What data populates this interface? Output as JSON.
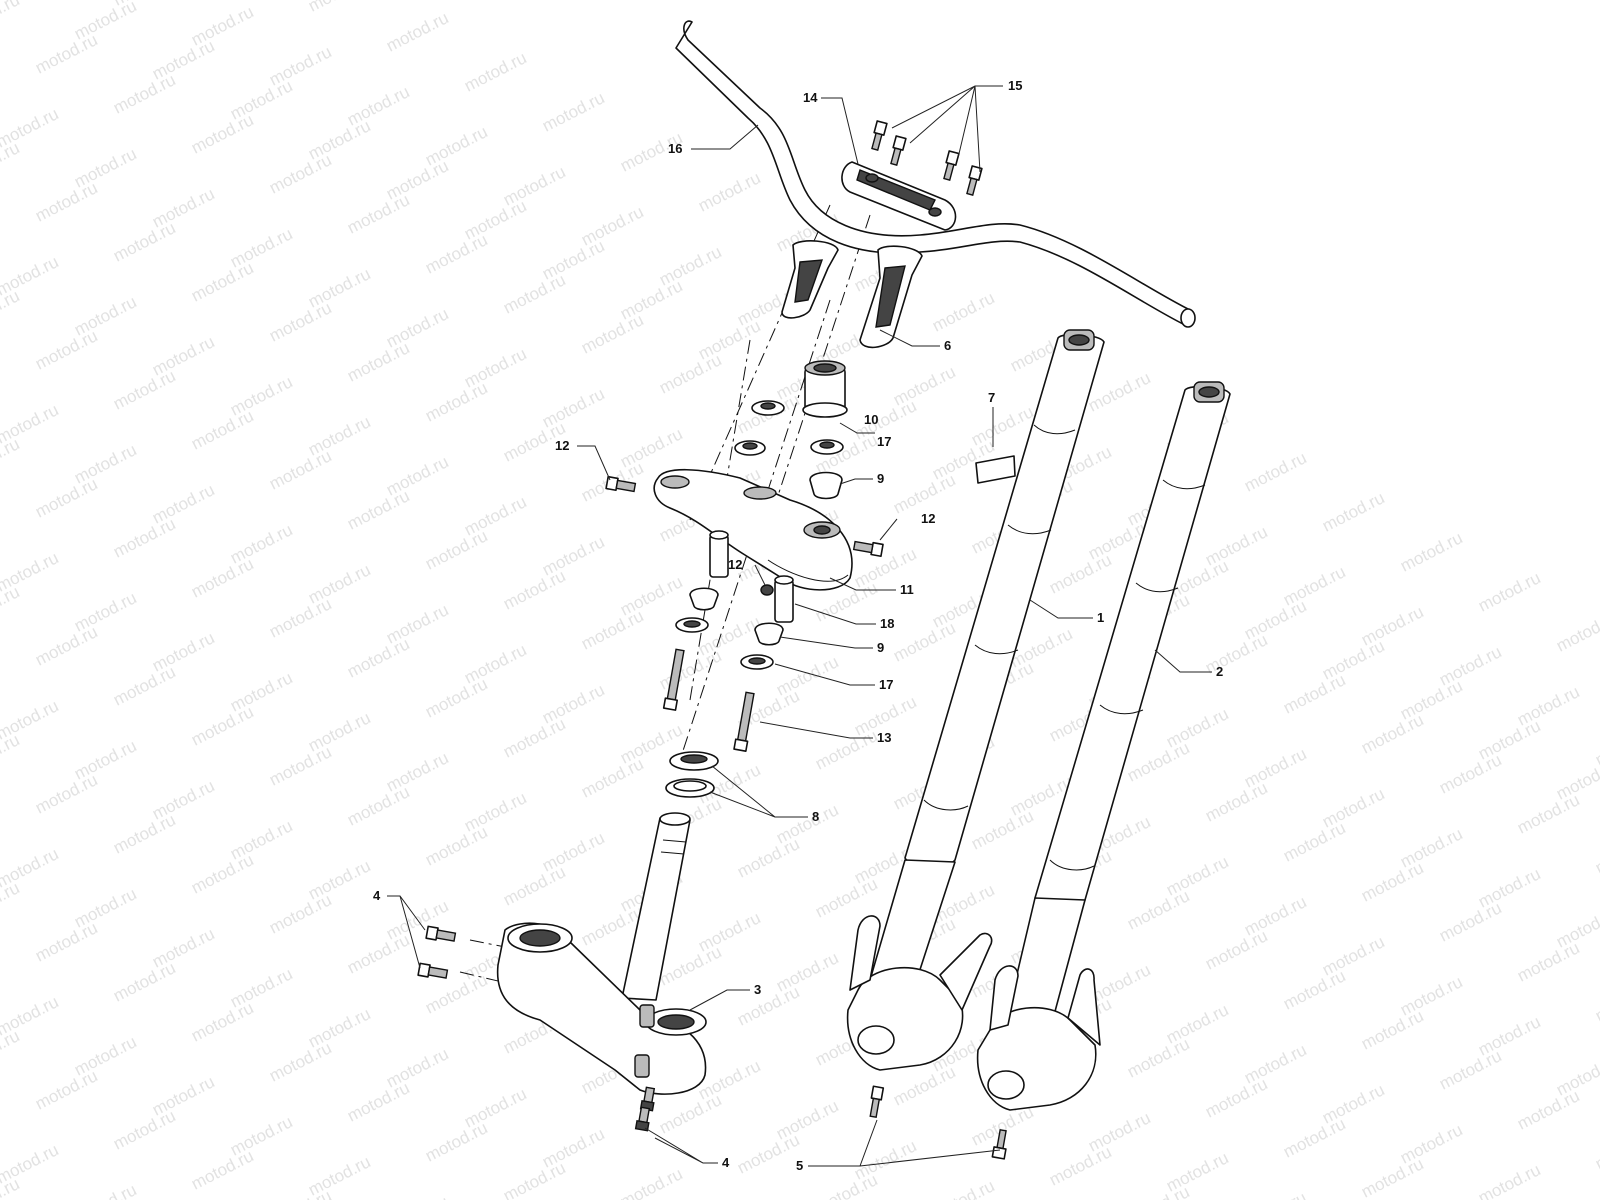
{
  "watermark": {
    "text": "motod.ru"
  },
  "callouts": [
    {
      "id": "callout-1",
      "label": "1"
    },
    {
      "id": "callout-2",
      "label": "2"
    },
    {
      "id": "callout-3",
      "label": "3"
    },
    {
      "id": "callout-4-top",
      "label": "4"
    },
    {
      "id": "callout-4-bottom",
      "label": "4"
    },
    {
      "id": "callout-5",
      "label": "5"
    },
    {
      "id": "callout-6",
      "label": "6"
    },
    {
      "id": "callout-7",
      "label": "7"
    },
    {
      "id": "callout-8",
      "label": "8"
    },
    {
      "id": "callout-9-upper",
      "label": "9"
    },
    {
      "id": "callout-9-lower",
      "label": "9"
    },
    {
      "id": "callout-10",
      "label": "10"
    },
    {
      "id": "callout-11",
      "label": "11"
    },
    {
      "id": "callout-12-left",
      "label": "12"
    },
    {
      "id": "callout-12-right",
      "label": "12"
    },
    {
      "id": "callout-12-center",
      "label": "12"
    },
    {
      "id": "callout-13",
      "label": "13"
    },
    {
      "id": "callout-14",
      "label": "14"
    },
    {
      "id": "callout-15",
      "label": "15"
    },
    {
      "id": "callout-16",
      "label": "16"
    },
    {
      "id": "callout-17-upper",
      "label": "17"
    },
    {
      "id": "callout-17-lower",
      "label": "17"
    },
    {
      "id": "callout-18",
      "label": "18"
    }
  ]
}
